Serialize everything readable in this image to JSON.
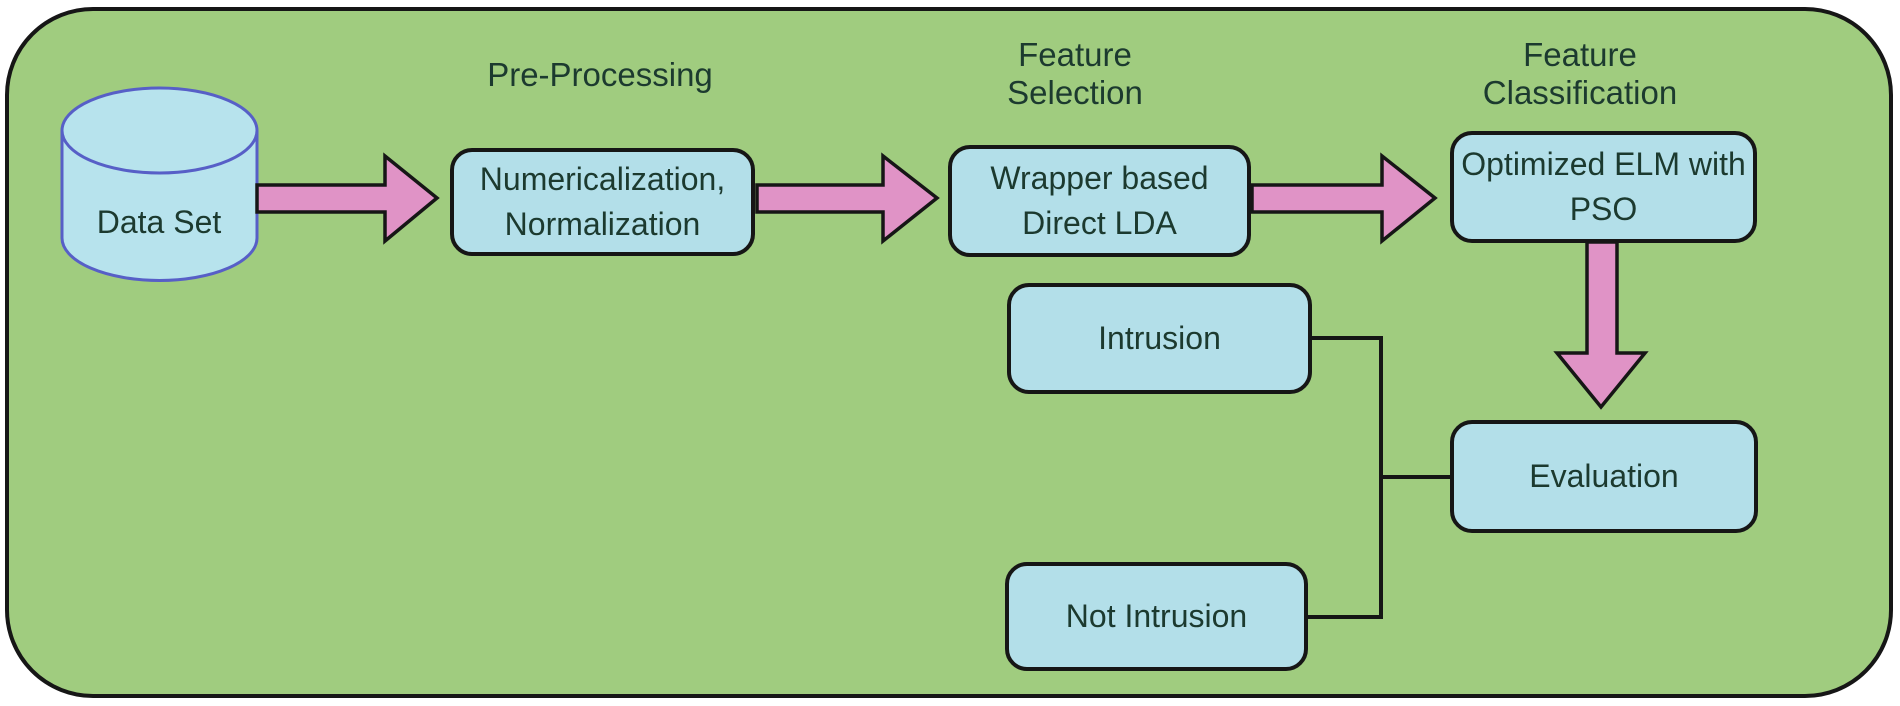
{
  "diagram": {
    "title_none": "",
    "dataset": {
      "label": "Data Set"
    },
    "stages": [
      {
        "id": "preprocessing",
        "header": "Pre-Processing",
        "box": "Numericalization,\nNormalization"
      },
      {
        "id": "feature-selection",
        "header": "Feature\nSelection",
        "box": "Wrapper based\nDirect LDA"
      },
      {
        "id": "feature-classification",
        "header": "Feature\nClassification",
        "box": "Optimized ELM with\nPSO"
      }
    ],
    "results": {
      "intrusion": "Intrusion",
      "not_intrusion": "Not Intrusion"
    },
    "evaluation": {
      "label": "Evaluation"
    },
    "colors": {
      "page_background": "#ffffff",
      "panel_fill": "#a0cc7f",
      "panel_border": "#161616",
      "node_fill": "#b3dfe9",
      "node_border": "#161616",
      "cylinder_fill": "#b7e3ed",
      "cylinder_stroke": "#575fc7",
      "arrow_fill": "#e093c6",
      "arrow_stroke": "#161616",
      "connector_line": "#161616",
      "text": "#1c3a2f"
    }
  }
}
